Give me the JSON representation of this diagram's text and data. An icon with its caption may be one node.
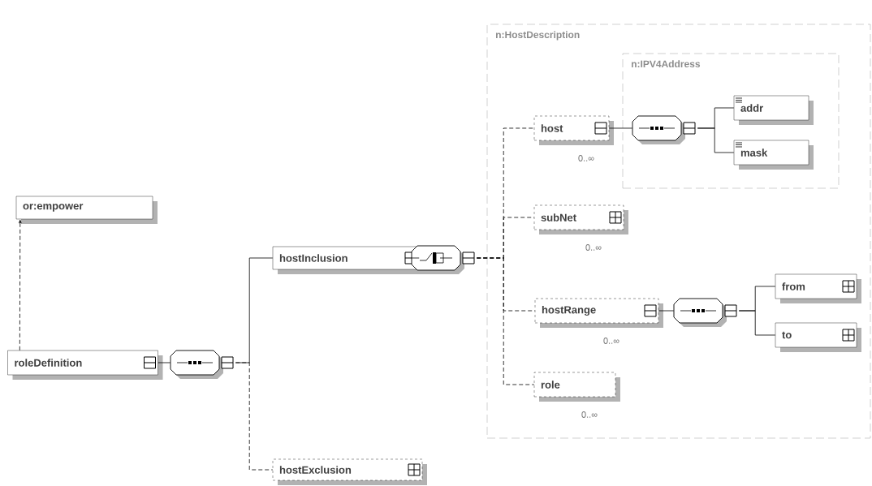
{
  "diagram": {
    "nodes": [
      {
        "text": [
          "or:empower"
        ]
      },
      {
        "text": [
          "roleDefinition"
        ]
      },
      {
        "text": [],
        "shape": "octagon"
      },
      {
        "text": [
          "hostInclusion"
        ]
      },
      {
        "text": [
          "hostExclusion"
        ]
      },
      {
        "text": [
          "n:HostDescription"
        ]
      },
      {
        "text": [],
        "shape": "octagon"
      },
      {
        "text": [
          "host"
        ],
        "beside": [
          "0..∞"
        ],
        "in": 5
      },
      {
        "text": [
          "n:IPV4Address"
        ],
        "in": 5
      },
      {
        "text": [],
        "shape": "octagon",
        "in": 8
      },
      {
        "text": [
          "addr"
        ],
        "in": 8
      },
      {
        "text": [
          "mask"
        ],
        "in": 8
      },
      {
        "text": [
          "subNet"
        ],
        "beside": [
          "0..∞"
        ],
        "in": 5
      },
      {
        "text": [
          "hostRange"
        ],
        "beside": [
          "0..∞"
        ],
        "in": 5
      },
      {
        "text": [],
        "shape": "octagon",
        "in": 5
      },
      {
        "text": [
          "from"
        ],
        "in": 5
      },
      {
        "text": [
          "to"
        ],
        "in": 5
      },
      {
        "text": [
          "role"
        ],
        "beside": [
          "0..∞"
        ],
        "in": 5
      }
    ],
    "edges": [
      {
        "from": 1,
        "to": 0,
        "arrow": "to",
        "style": "dashed"
      },
      {
        "from": 1,
        "to": 2,
        "arrow": "none"
      },
      {
        "from": 2,
        "to": 3,
        "arrow": "none"
      },
      {
        "from": 2,
        "to": 4,
        "arrow": "none",
        "style": "dashed"
      },
      {
        "from": 3,
        "to": 6,
        "arrow": "none"
      },
      {
        "from": 6,
        "to": 7,
        "arrow": "none",
        "style": "dashed"
      },
      {
        "from": 6,
        "to": 12,
        "arrow": "none",
        "style": "dashed"
      },
      {
        "from": 6,
        "to": 13,
        "arrow": "none",
        "style": "dashed"
      },
      {
        "from": 6,
        "to": 17,
        "arrow": "none",
        "style": "dashed"
      },
      {
        "from": 7,
        "to": 9,
        "arrow": "none"
      },
      {
        "from": 9,
        "to": 10,
        "arrow": "none"
      },
      {
        "from": 9,
        "to": 11,
        "arrow": "none"
      },
      {
        "from": 13,
        "to": 14,
        "arrow": "none"
      },
      {
        "from": 14,
        "to": 15,
        "arrow": "none"
      },
      {
        "from": 14,
        "to": 16,
        "arrow": "none"
      }
    ]
  }
}
